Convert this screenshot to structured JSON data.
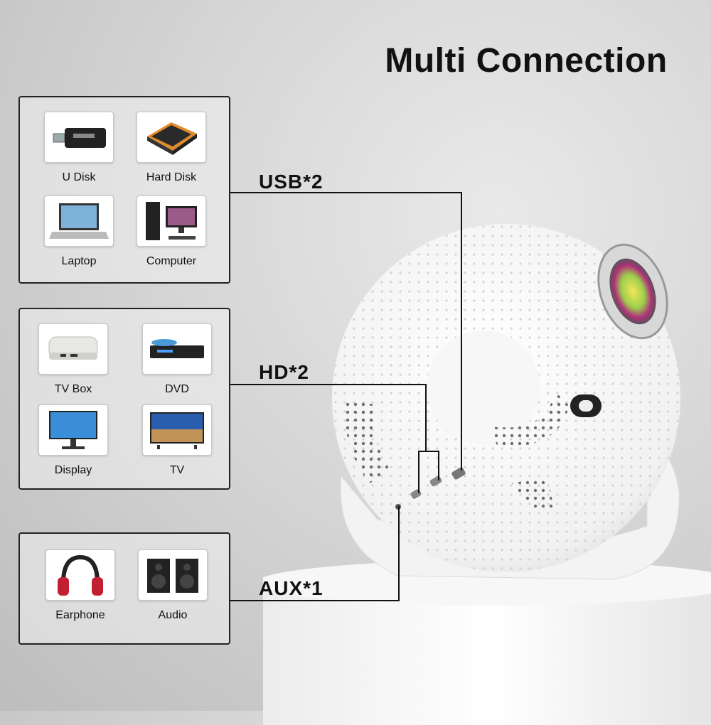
{
  "title": "Multi Connection",
  "groups": [
    {
      "port": "USB*2",
      "items": [
        {
          "label": "U Disk",
          "icon": "usb-drive-icon"
        },
        {
          "label": "Hard Disk",
          "icon": "hard-disk-icon"
        },
        {
          "label": "Laptop",
          "icon": "laptop-icon"
        },
        {
          "label": "Computer",
          "icon": "computer-icon"
        }
      ]
    },
    {
      "port": "HD*2",
      "items": [
        {
          "label": "TV Box",
          "icon": "tv-box-icon"
        },
        {
          "label": "DVD",
          "icon": "dvd-player-icon"
        },
        {
          "label": "Display",
          "icon": "monitor-icon"
        },
        {
          "label": "TV",
          "icon": "tv-icon"
        }
      ]
    },
    {
      "port": "AUX*1",
      "items": [
        {
          "label": "Earphone",
          "icon": "headphones-icon"
        },
        {
          "label": "Audio",
          "icon": "speakers-icon"
        }
      ]
    }
  ],
  "colors": {
    "projector_body": "#ffffff",
    "lens_ring": "#c0c0c0",
    "line": "#111111",
    "background": "#d6d6d6"
  }
}
